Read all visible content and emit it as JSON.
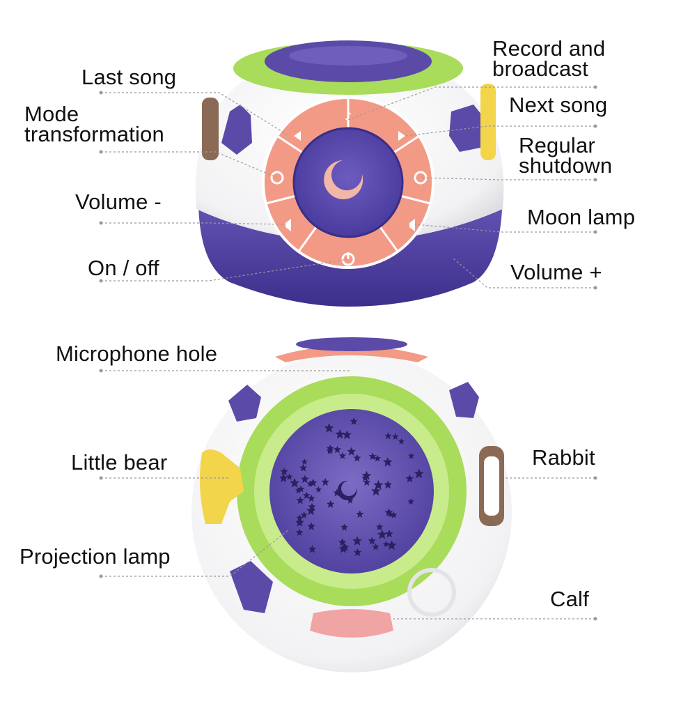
{
  "labels": {
    "last_song": "Last song",
    "mode_transformation": "Mode\ntransformation",
    "volume_minus": "Volume -",
    "on_off": "On / off",
    "record_broadcast": "Record and\nbroadcast",
    "next_song": "Next song",
    "regular_shutdown": "Regular\nshutdown",
    "moon_lamp": "Moon lamp",
    "volume_plus": "Volume +",
    "microphone_hole": "Microphone hole",
    "little_bear": "Little bear",
    "projection_lamp": "Projection lamp",
    "rabbit": "Rabbit",
    "calf": "Calf"
  },
  "colors": {
    "purple": "#5b4aa8",
    "purple_dark": "#3f3190",
    "coral": "#f39a86",
    "lime": "#a8dc5a",
    "yellow": "#f2d54a",
    "brown": "#8a6a55",
    "pink": "#f1a4a4",
    "leader_line": "#9a9a9a"
  }
}
